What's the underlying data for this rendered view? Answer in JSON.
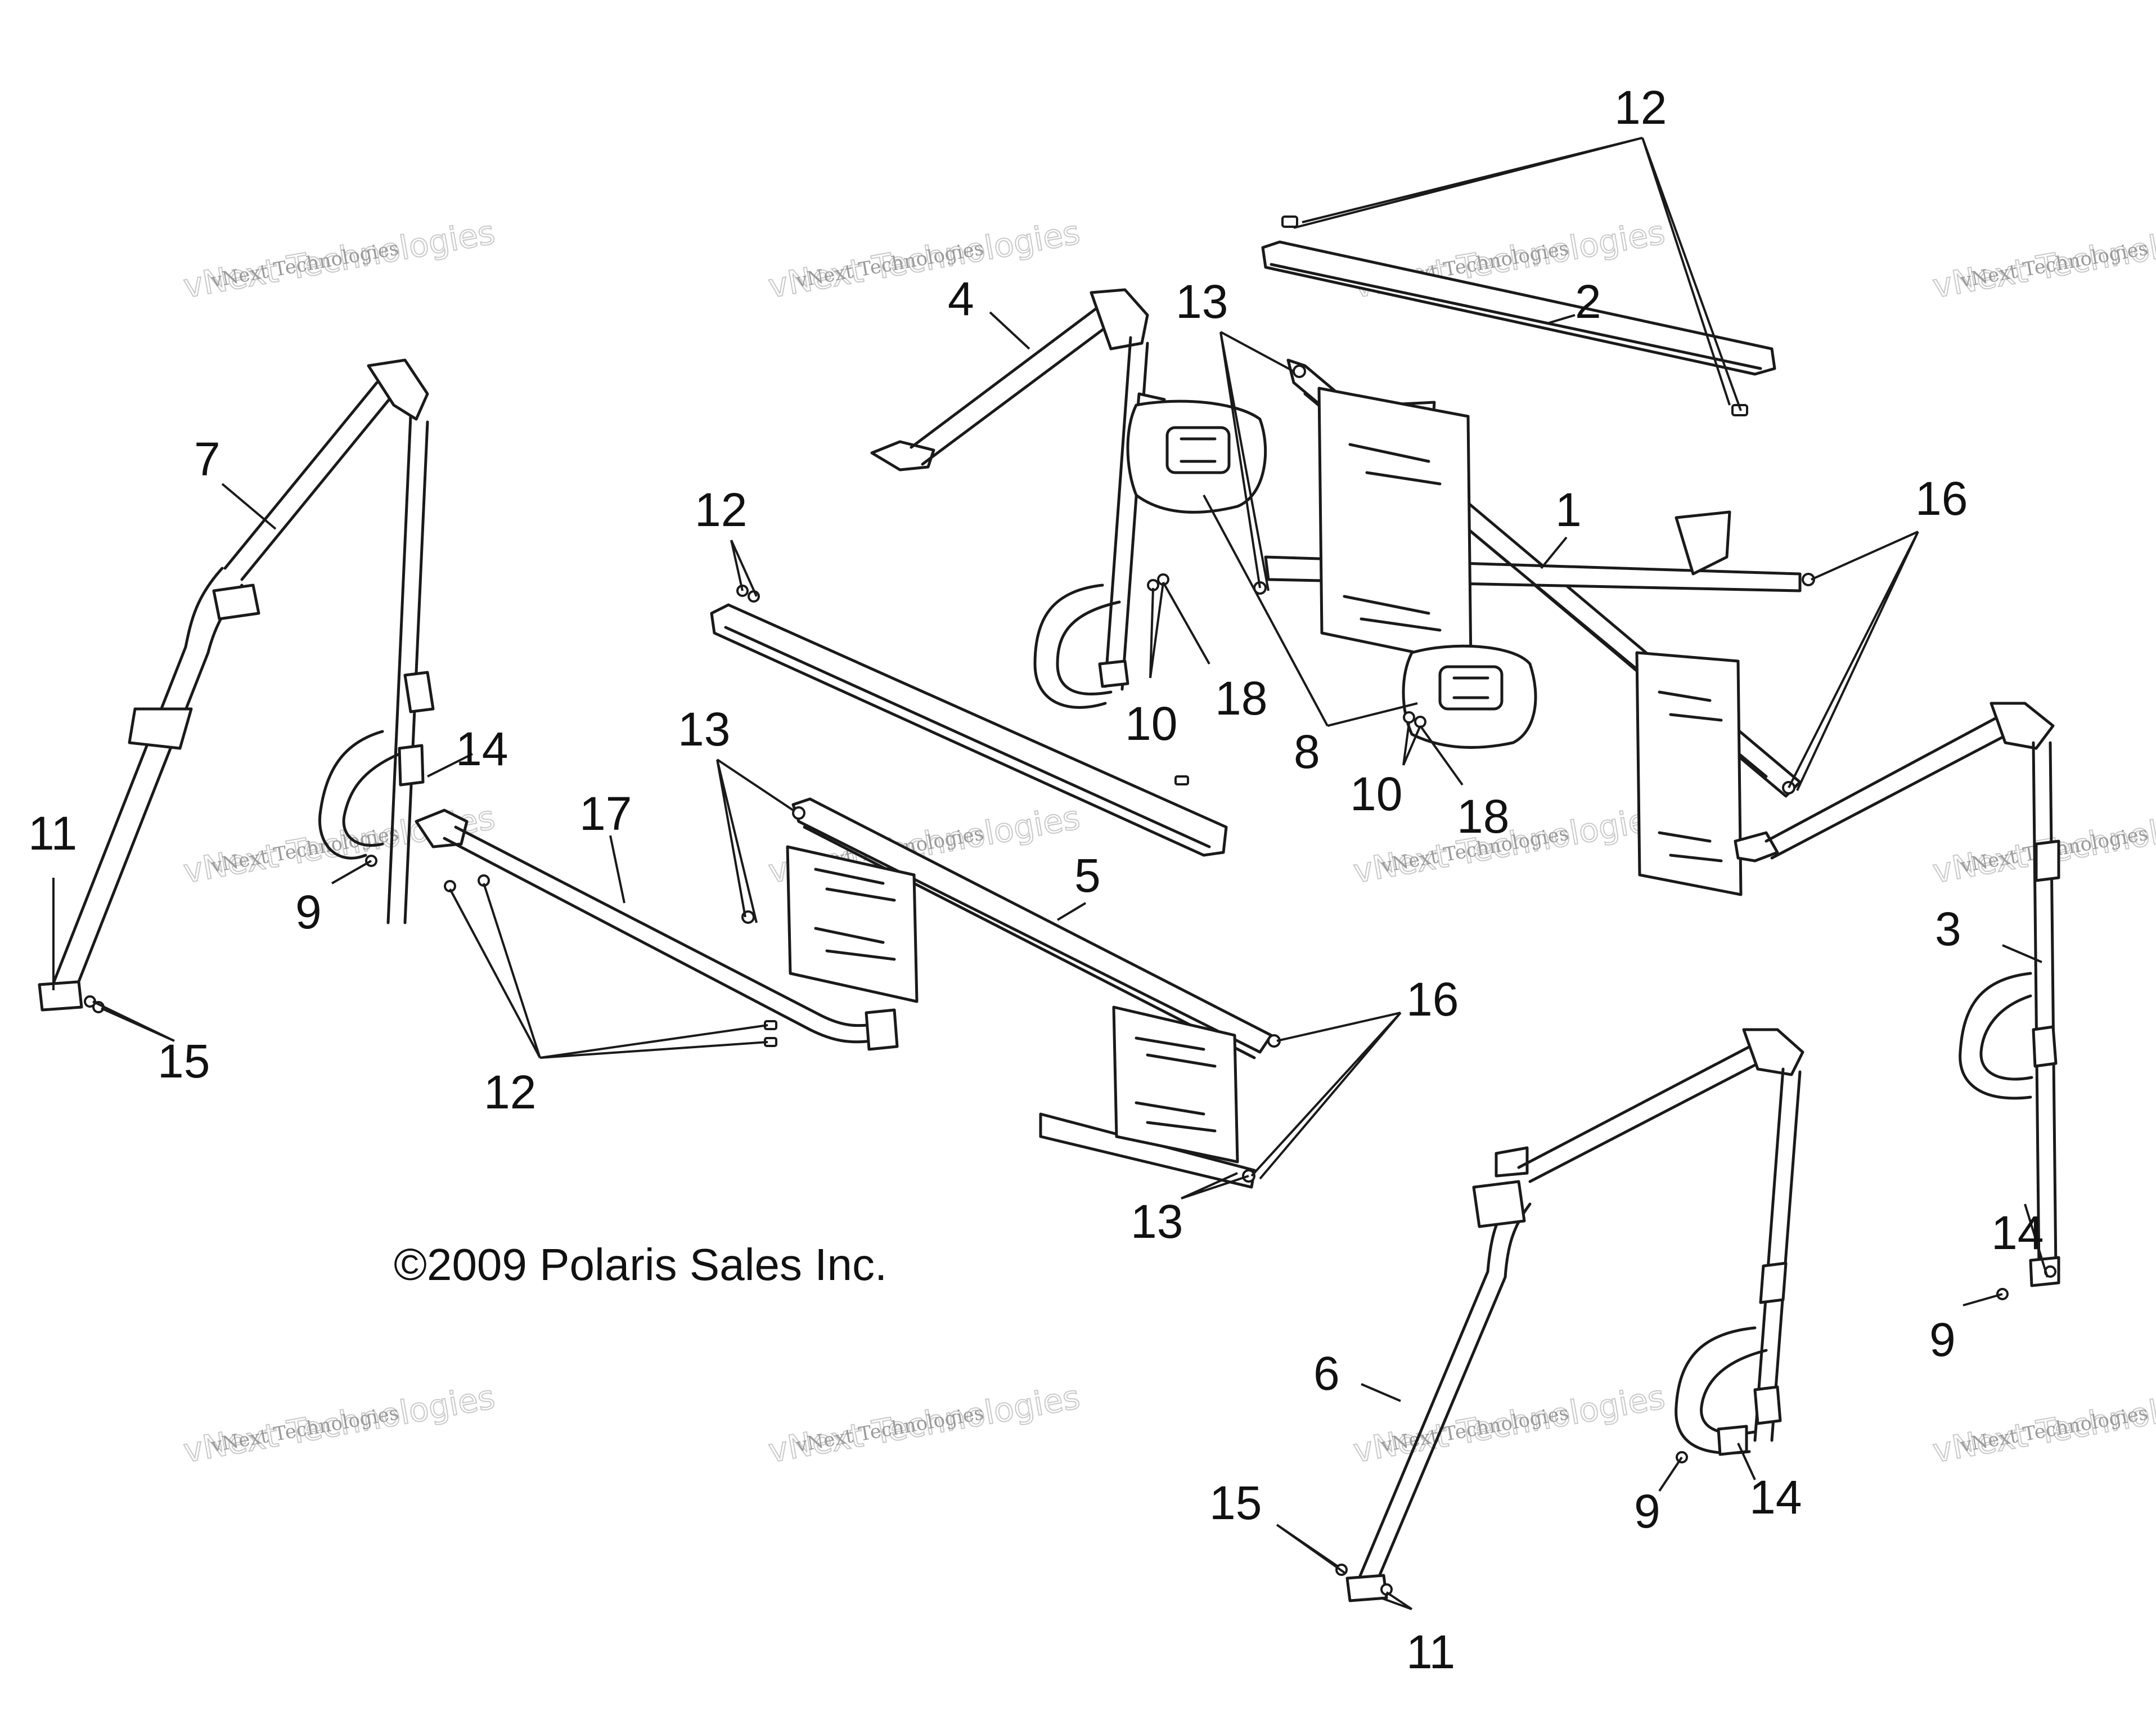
{
  "diagram": {
    "copyright": "©2009 Polaris Sales Inc.",
    "watermark": {
      "line1": "vNext Technologies",
      "line2": "vNext Technologies"
    },
    "callouts": [
      "1",
      "2",
      "3",
      "4",
      "5",
      "6",
      "7",
      "8",
      "9",
      "10",
      "11",
      "12",
      "13",
      "14",
      "15",
      "16",
      "17",
      "18"
    ]
  }
}
